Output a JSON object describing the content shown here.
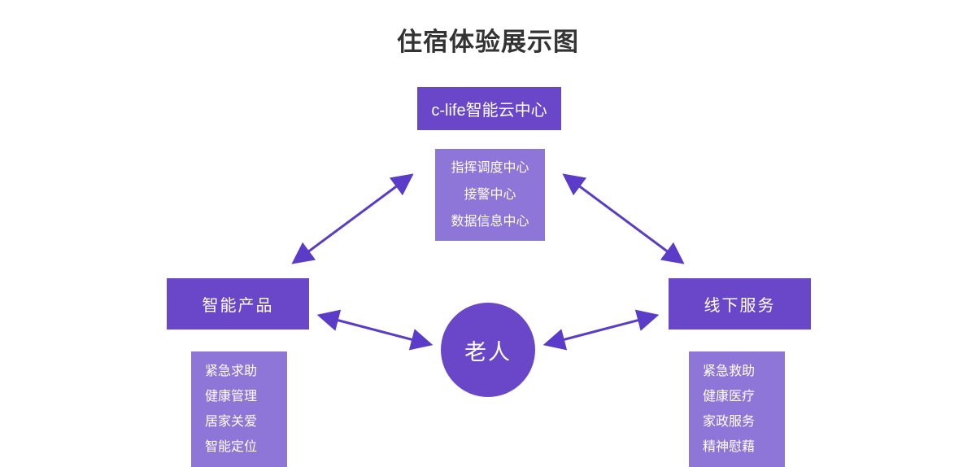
{
  "title": "住宿体验展示图",
  "colors": {
    "primary": "#6a47c8",
    "secondary": "#8e75d8",
    "arrow": "#5b3cc8",
    "title_text": "#333333"
  },
  "cloud": {
    "label": "c-life智能云中心",
    "functions": [
      "指挥调度中心",
      "接警中心",
      "数据信息中心"
    ]
  },
  "left_branch": {
    "label": "智能产品",
    "items": [
      "紧急求助",
      "健康管理",
      "居家关爱",
      "智能定位"
    ]
  },
  "right_branch": {
    "label": "线下服务",
    "items": [
      "紧急救助",
      "健康医疗",
      "家政服务",
      "精神慰藉"
    ]
  },
  "center_node": {
    "label": "老人"
  }
}
